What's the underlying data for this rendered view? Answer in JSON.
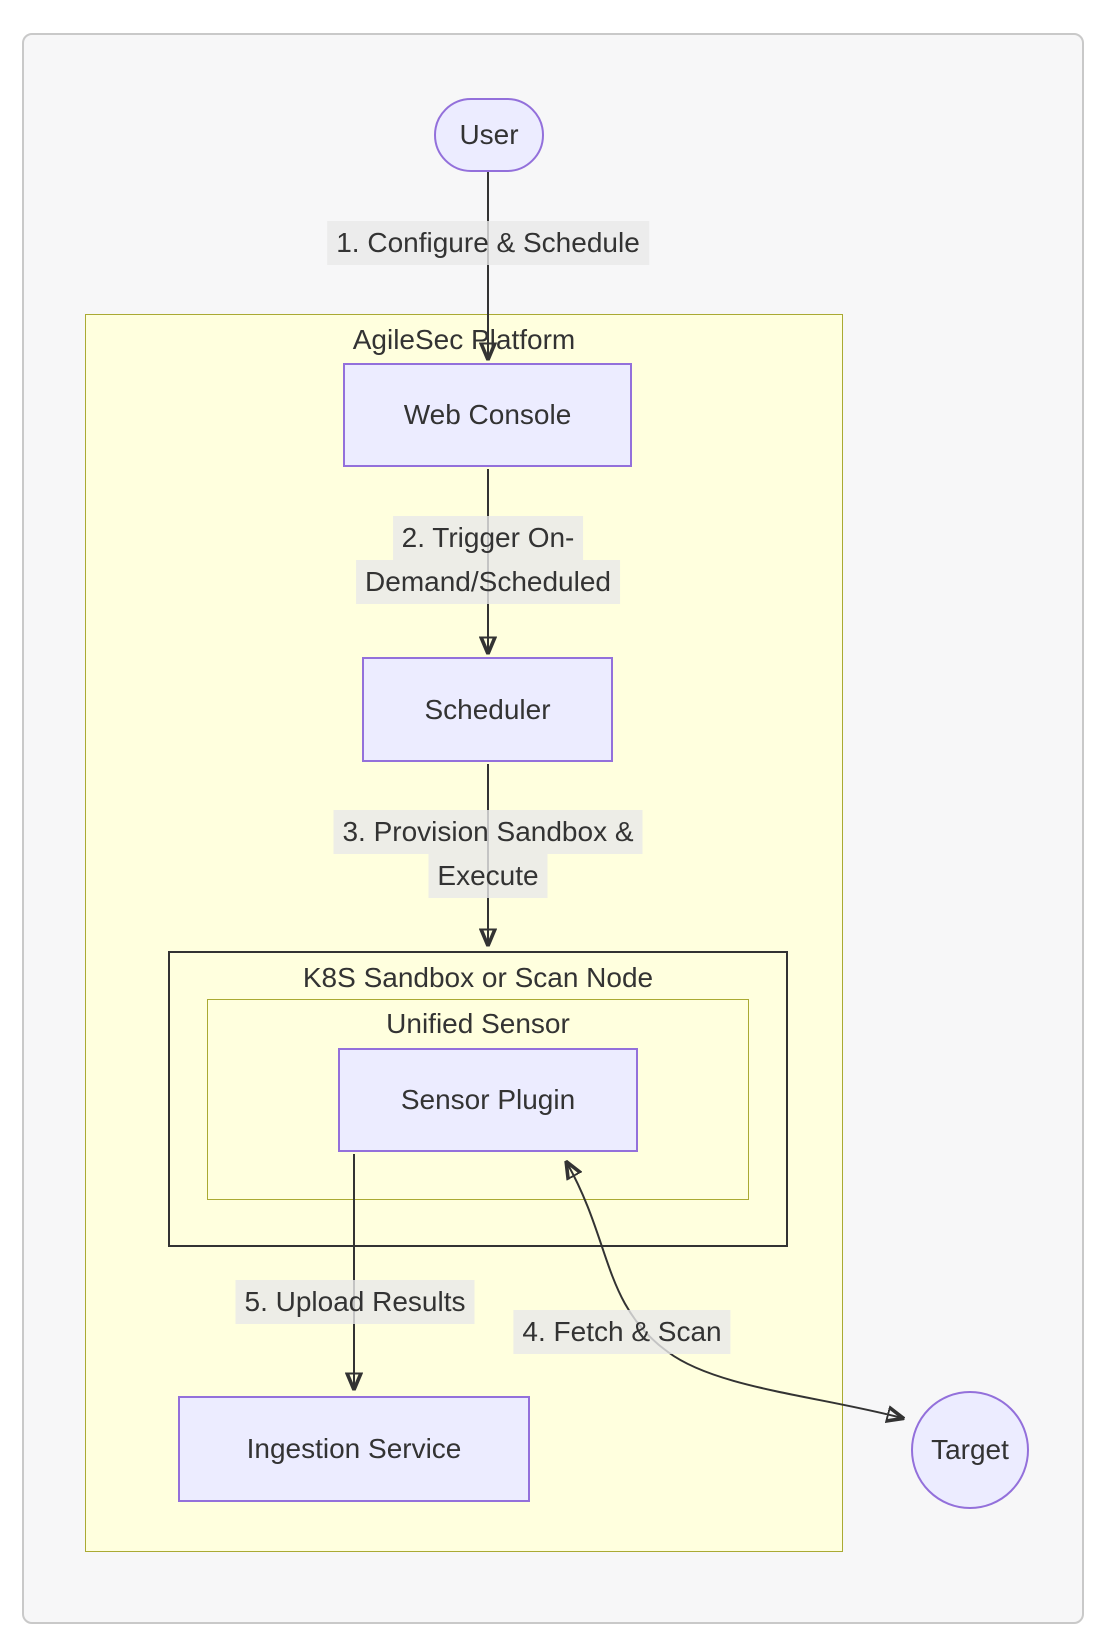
{
  "diagram": {
    "clusters": {
      "agilesec_platform": {
        "label": "AgileSec Platform"
      },
      "k8s_sandbox": {
        "label": "K8S Sandbox or Scan Node"
      },
      "unified_sensor": {
        "label": "Unified Sensor"
      }
    },
    "nodes": {
      "user": {
        "label": "User",
        "shape": "stadium"
      },
      "web_console": {
        "label": "Web Console",
        "shape": "rect"
      },
      "scheduler": {
        "label": "Scheduler",
        "shape": "rect"
      },
      "sensor_plugin": {
        "label": "Sensor Plugin",
        "shape": "rect"
      },
      "ingestion_service": {
        "label": "Ingestion Service",
        "shape": "rect"
      },
      "target": {
        "label": "Target",
        "shape": "circle"
      }
    },
    "edges": {
      "configure_schedule": {
        "from": "User",
        "to": "Web Console",
        "line1": "1. Configure & Schedule"
      },
      "trigger": {
        "from": "Web Console",
        "to": "Scheduler",
        "line1": "2. Trigger On-",
        "line2": "Demand/Scheduled"
      },
      "provision": {
        "from": "Scheduler",
        "to": "K8S Sandbox or Scan Node",
        "line1": "3. Provision Sandbox &",
        "line2": "Execute"
      },
      "fetch_scan": {
        "from": "Sensor Plugin",
        "to": "Target",
        "bidirectional": true,
        "line1": "4. Fetch & Scan"
      },
      "upload_results": {
        "from": "Sensor Plugin",
        "to": "Ingestion Service",
        "line1": "5. Upload Results"
      }
    },
    "colors": {
      "node_fill": "#ececff",
      "node_border": "#9370db",
      "cluster_fill": "#ffffde",
      "cluster_border": "#aaaa33",
      "sandbox_border": "#333333",
      "edge_stroke": "#333333",
      "edge_label_bg": "#e8e8e8",
      "text": "#333333",
      "panel_bg": "#f7f7f8",
      "panel_border": "#c9c9c9"
    }
  }
}
